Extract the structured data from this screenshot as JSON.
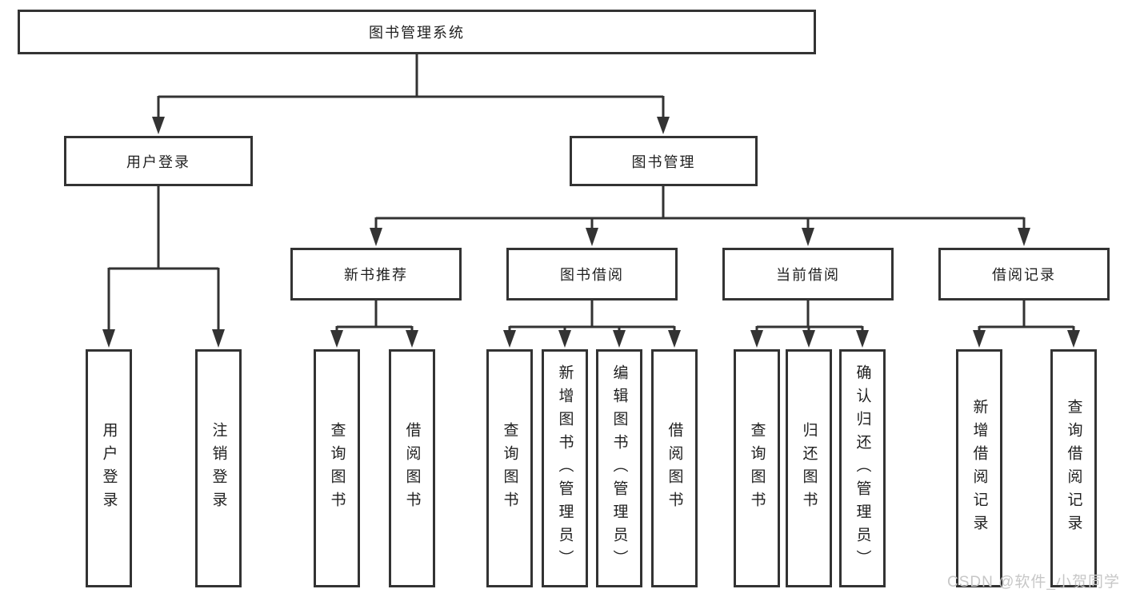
{
  "tree": {
    "label": "图书管理系统",
    "children": [
      {
        "label": "用户登录",
        "children": [
          {
            "label": "用户登录"
          },
          {
            "label": "注销登录"
          }
        ]
      },
      {
        "label": "图书管理",
        "children": [
          {
            "label": "新书推荐",
            "children": [
              {
                "label": "查询图书"
              },
              {
                "label": "借阅图书"
              }
            ]
          },
          {
            "label": "图书借阅",
            "children": [
              {
                "label": "查询图书"
              },
              {
                "label": "新增图书（管理员）"
              },
              {
                "label": "编辑图书（管理员）"
              },
              {
                "label": "借阅图书"
              }
            ]
          },
          {
            "label": "当前借阅",
            "children": [
              {
                "label": "查询图书"
              },
              {
                "label": "归还图书"
              },
              {
                "label": "确认归还（管理员）"
              }
            ]
          },
          {
            "label": "借阅记录",
            "children": [
              {
                "label": "新增借阅记录"
              },
              {
                "label": "查询借阅记录"
              }
            ]
          }
        ]
      }
    ]
  },
  "watermark": {
    "text": "CSDN @软件_小贺同学"
  },
  "colors": {
    "line": "#333333",
    "text": "#1f1f1f",
    "watermark": "#c7c7c7",
    "background": "#ffffff"
  }
}
